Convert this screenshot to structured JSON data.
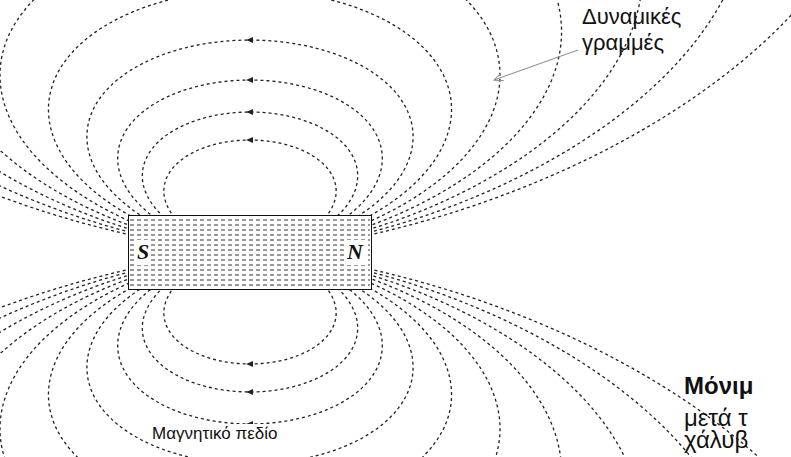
{
  "diagram": {
    "nodes": [
      {
        "text": [
          "S",
          "N"
        ]
      }
    ],
    "labels": [
      "Δυναμικές γραμμές",
      "Μαγνητικό πεδίο",
      "Μόνιμ",
      "μετά τ",
      "χάλυβ"
    ]
  }
}
